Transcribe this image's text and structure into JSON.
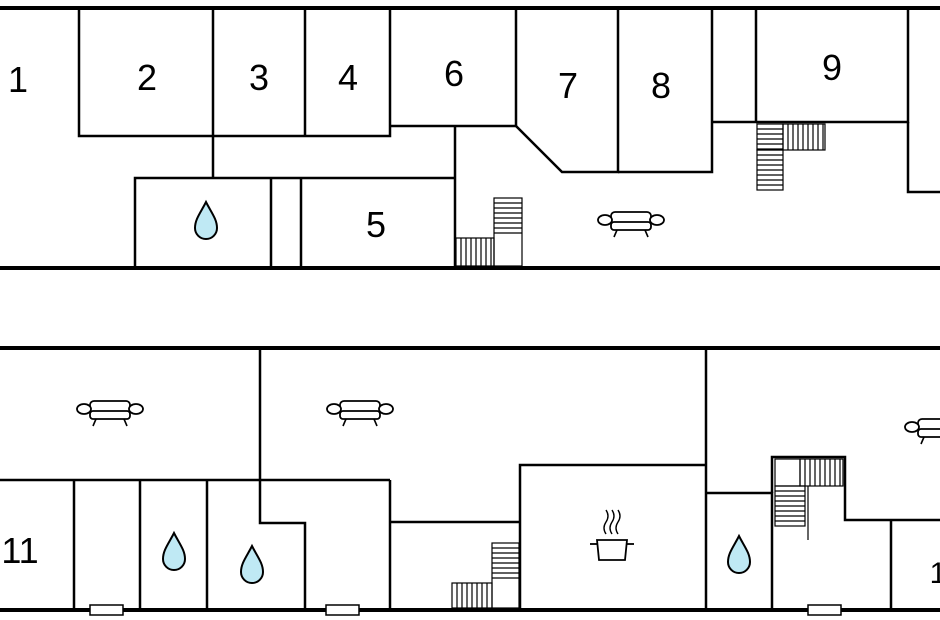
{
  "plan": {
    "rooms": [
      {
        "id": "r1",
        "label": "1"
      },
      {
        "id": "r2",
        "label": "2"
      },
      {
        "id": "r3",
        "label": "3"
      },
      {
        "id": "r4",
        "label": "4"
      },
      {
        "id": "r5",
        "label": "5"
      },
      {
        "id": "r6",
        "label": "6"
      },
      {
        "id": "r7",
        "label": "7"
      },
      {
        "id": "r8",
        "label": "8"
      },
      {
        "id": "r9",
        "label": "9"
      },
      {
        "id": "r11",
        "label": "11"
      }
    ],
    "icons": {
      "bathroom": "water-drop-icon",
      "living": "sofa-icon",
      "kitchen": "cooking-pot-icon",
      "stairs": "staircase-icon",
      "window": "window-icon"
    },
    "colors": {
      "walls": "#000000",
      "water": "#bfe9f4",
      "background": "#ffffff"
    }
  }
}
